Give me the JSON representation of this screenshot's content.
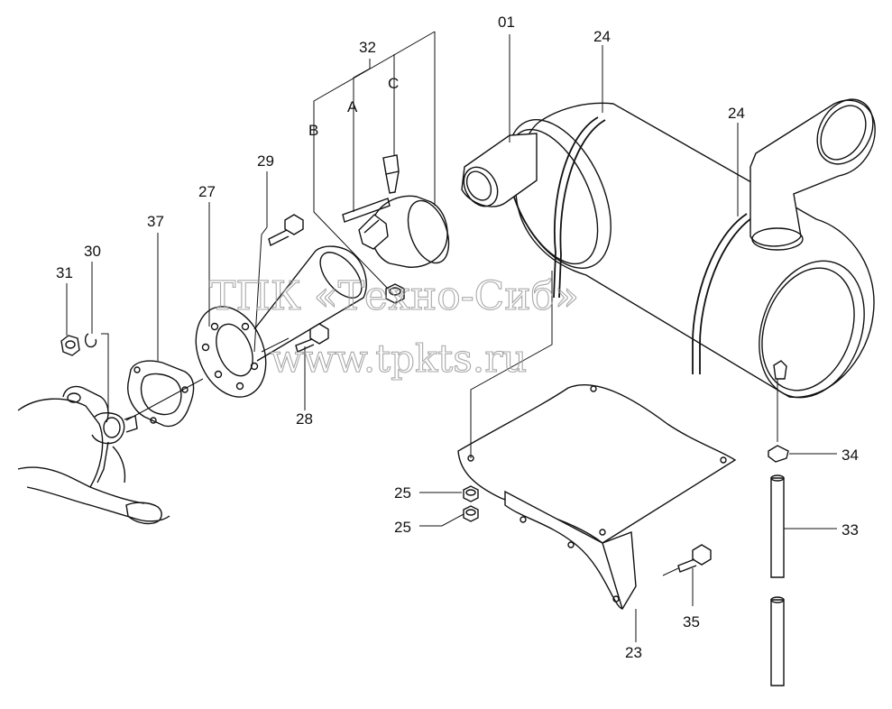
{
  "watermark": {
    "line1": "ТПК «Техно-Сиб»",
    "line2": "www.tpkts.ru"
  },
  "labels": {
    "p01": "01",
    "p24a": "24",
    "p24b": "24",
    "p32": "32",
    "pA": "A",
    "pB": "B",
    "pC": "C",
    "p29": "29",
    "p27": "27",
    "p37": "37",
    "p30": "30",
    "p31": "31",
    "p28": "28",
    "p25a": "25",
    "p25b": "25",
    "p34": "34",
    "p33": "33",
    "p35": "35",
    "p23": "23"
  }
}
